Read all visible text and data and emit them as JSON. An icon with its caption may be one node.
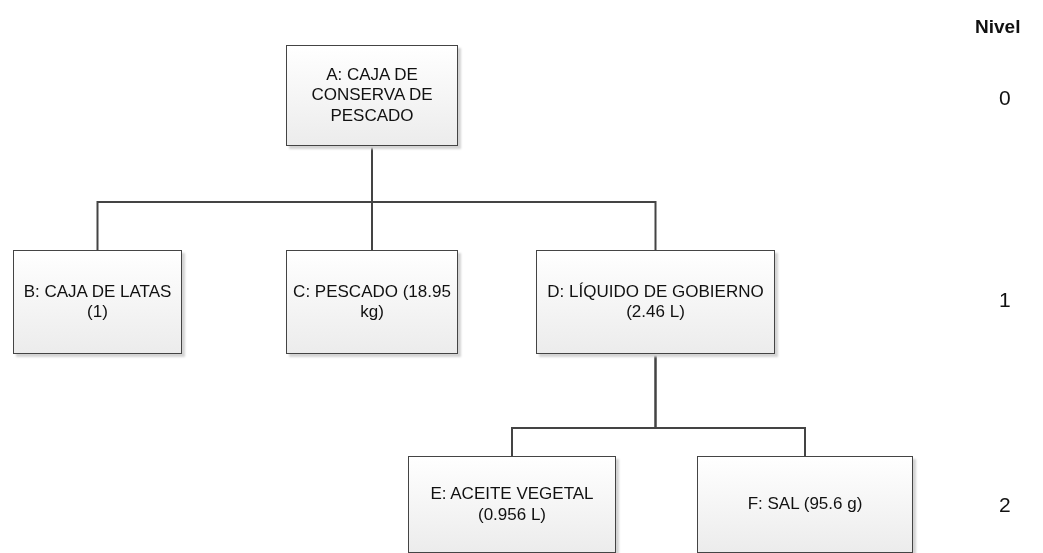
{
  "diagram": {
    "nodes": [
      {
        "text": [
          "A: CAJA DE CONSERVA DE PESCADO"
        ]
      },
      {
        "text": [
          "B: CAJA DE LATAS (1)"
        ]
      },
      {
        "text": [
          "C: PESCADO (18.95 kg)"
        ]
      },
      {
        "text": [
          "D: LÍQUIDO DE GOBIERNO (2.46 L)"
        ]
      },
      {
        "text": [
          "E: ACEITE VEGETAL (0.956 L)"
        ]
      },
      {
        "text": [
          "F: SAL (95.6 g)"
        ]
      }
    ],
    "edges": [
      {
        "from": 0,
        "to": 1,
        "arrow": "none"
      },
      {
        "from": 0,
        "to": 2,
        "arrow": "none"
      },
      {
        "from": 0,
        "to": 3,
        "arrow": "none"
      },
      {
        "from": 3,
        "to": 4,
        "arrow": "none"
      },
      {
        "from": 3,
        "to": 5,
        "arrow": "none"
      }
    ],
    "labels": [
      "Nivel",
      "0",
      "1",
      "2"
    ]
  }
}
